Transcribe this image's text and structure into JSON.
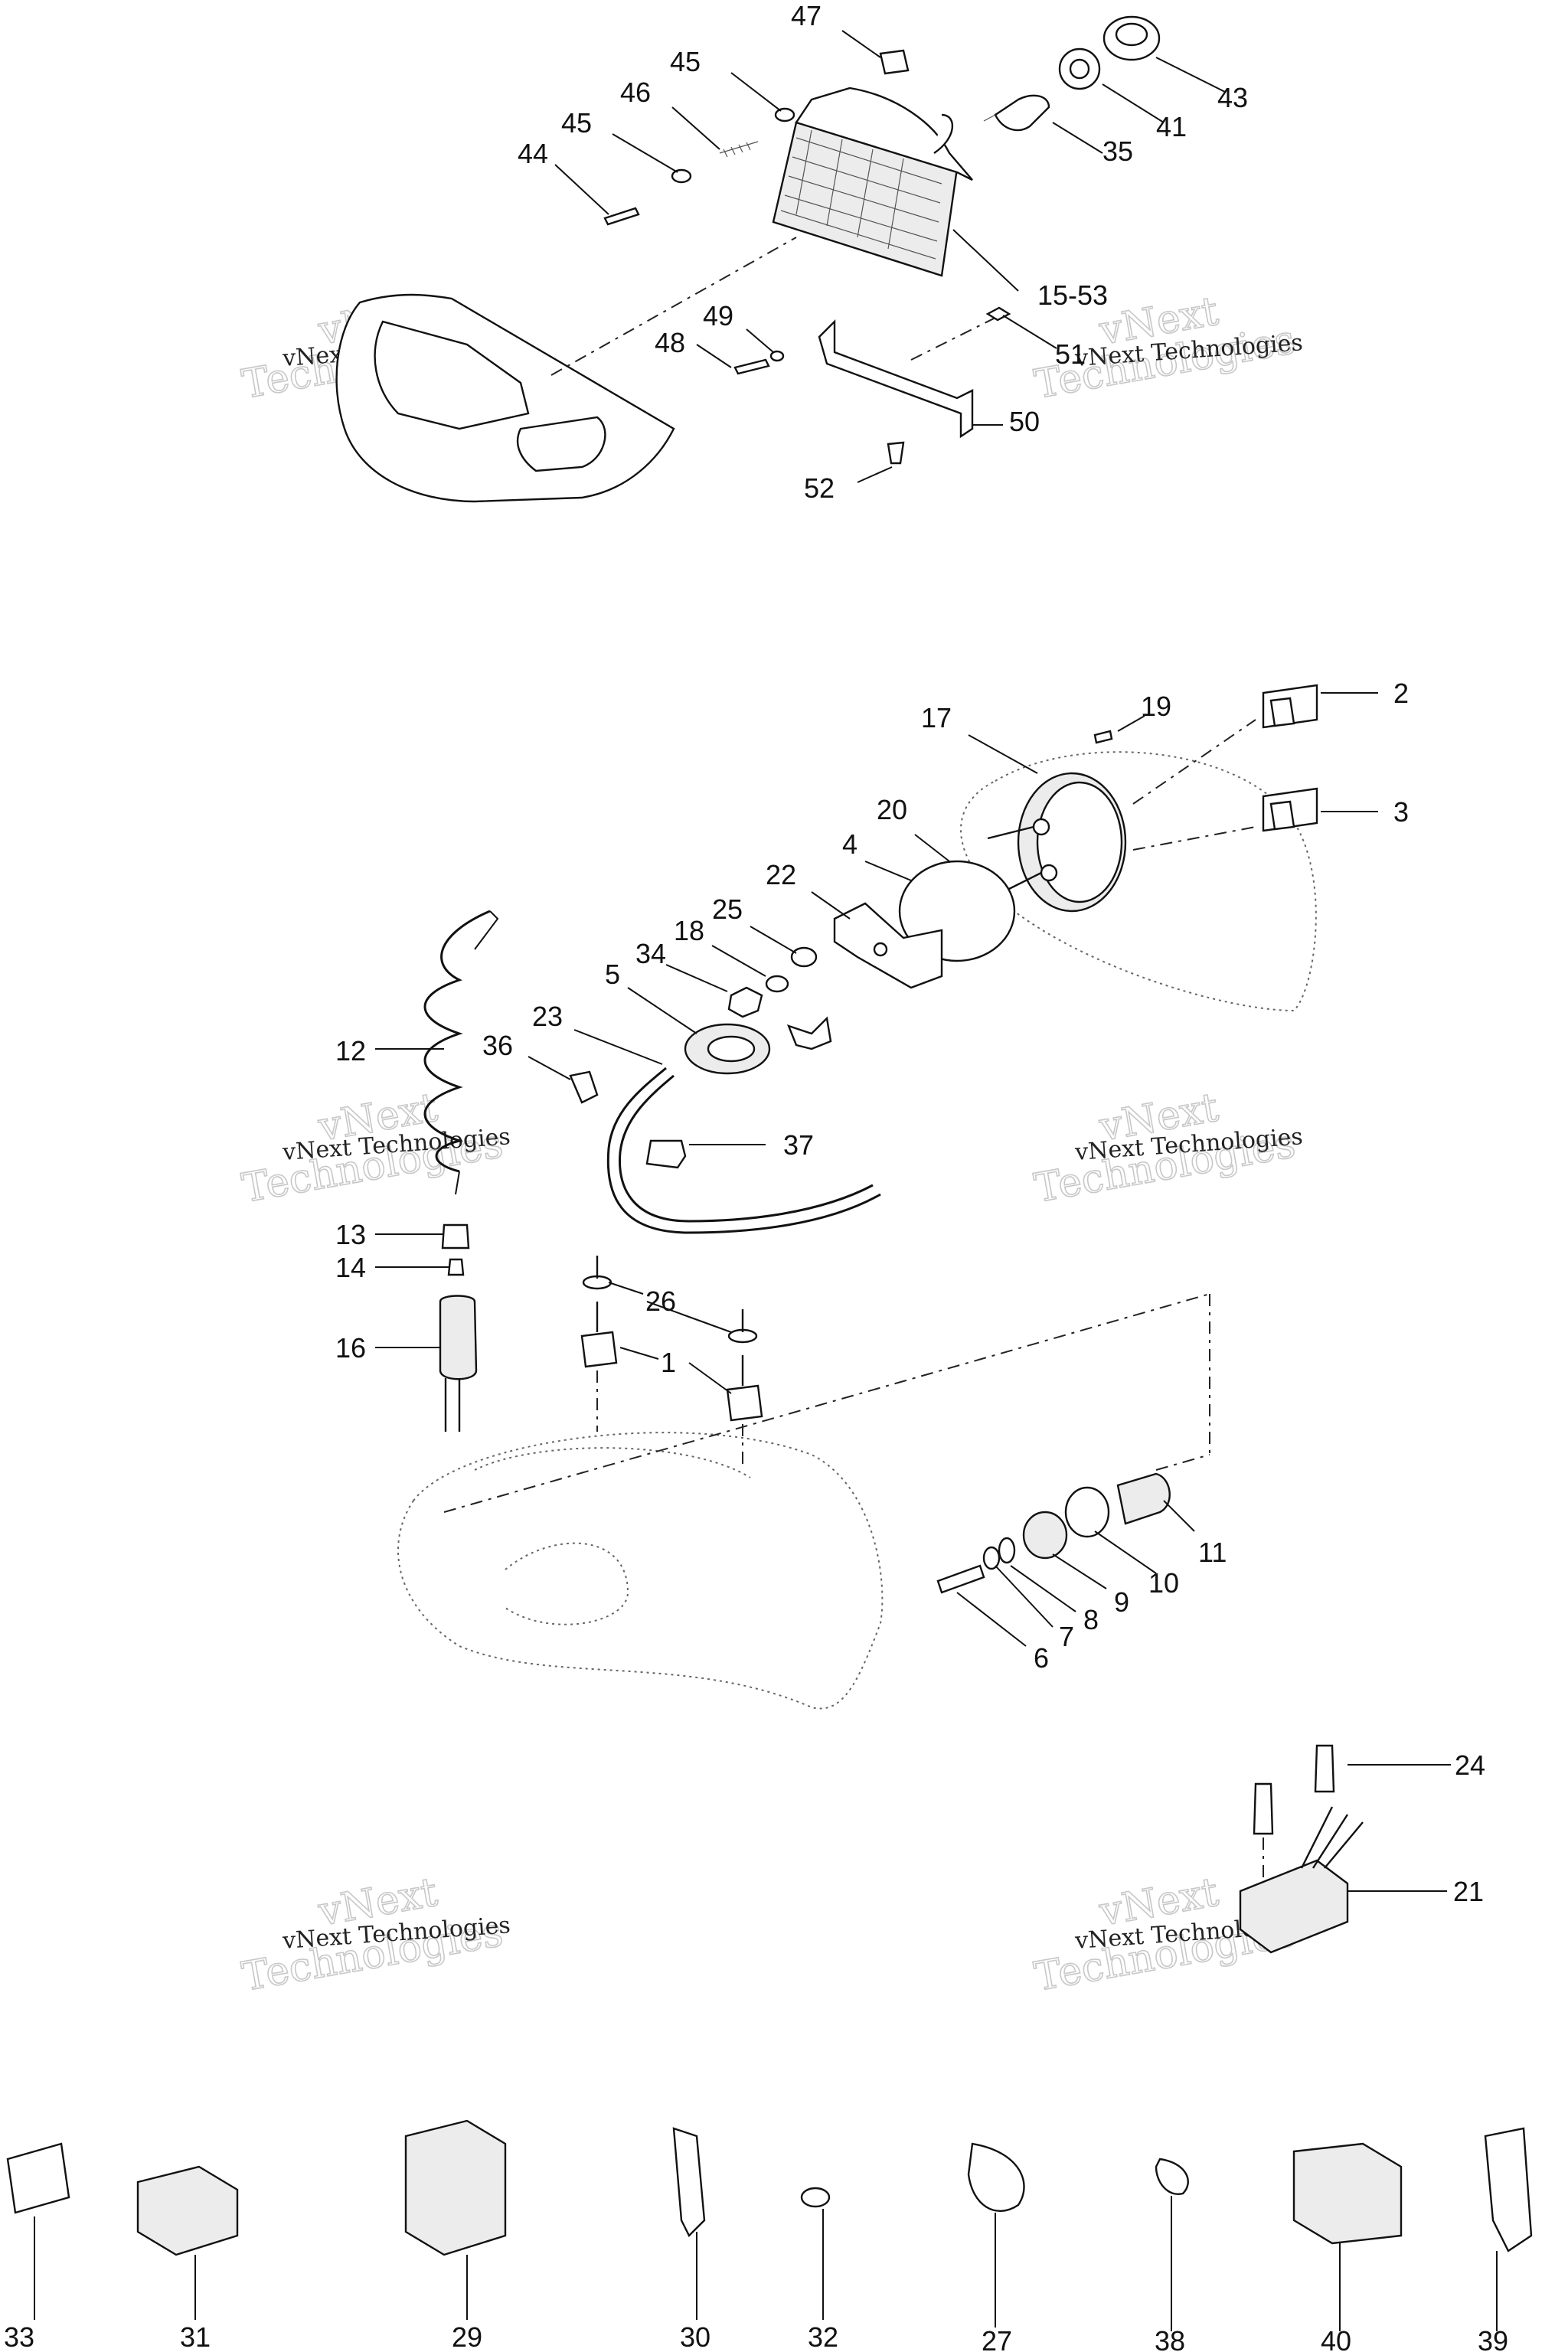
{
  "watermark": {
    "line1": "vNext Technologies",
    "line2": "vNext",
    "line3": "Technologies"
  },
  "callouts": [
    {
      "id": "c47",
      "text": "47"
    },
    {
      "id": "c45a",
      "text": "45"
    },
    {
      "id": "c46",
      "text": "46"
    },
    {
      "id": "c45b",
      "text": "45"
    },
    {
      "id": "c44",
      "text": "44"
    },
    {
      "id": "c43",
      "text": "43"
    },
    {
      "id": "c41",
      "text": "41"
    },
    {
      "id": "c35",
      "text": "35"
    },
    {
      "id": "c15",
      "text": "15-53"
    },
    {
      "id": "c49",
      "text": "49"
    },
    {
      "id": "c48",
      "text": "48"
    },
    {
      "id": "c51",
      "text": "51"
    },
    {
      "id": "c50",
      "text": "50"
    },
    {
      "id": "c52",
      "text": "52"
    },
    {
      "id": "c19",
      "text": "19"
    },
    {
      "id": "c2",
      "text": "2"
    },
    {
      "id": "c17",
      "text": "17"
    },
    {
      "id": "c3",
      "text": "3"
    },
    {
      "id": "c20",
      "text": "20"
    },
    {
      "id": "c4",
      "text": "4"
    },
    {
      "id": "c22",
      "text": "22"
    },
    {
      "id": "c25",
      "text": "25"
    },
    {
      "id": "c18",
      "text": "18"
    },
    {
      "id": "c34",
      "text": "34"
    },
    {
      "id": "c5",
      "text": "5"
    },
    {
      "id": "c23",
      "text": "23"
    },
    {
      "id": "c36",
      "text": "36"
    },
    {
      "id": "c12",
      "text": "12"
    },
    {
      "id": "c37",
      "text": "37"
    },
    {
      "id": "c13",
      "text": "13"
    },
    {
      "id": "c14",
      "text": "14"
    },
    {
      "id": "c16",
      "text": "16"
    },
    {
      "id": "c26",
      "text": "26"
    },
    {
      "id": "c1",
      "text": "1"
    },
    {
      "id": "c11",
      "text": "11"
    },
    {
      "id": "c10",
      "text": "10"
    },
    {
      "id": "c9",
      "text": "9"
    },
    {
      "id": "c8",
      "text": "8"
    },
    {
      "id": "c7",
      "text": "7"
    },
    {
      "id": "c6",
      "text": "6"
    },
    {
      "id": "c24",
      "text": "24"
    },
    {
      "id": "c21",
      "text": "21"
    },
    {
      "id": "c33",
      "text": "33"
    },
    {
      "id": "c31",
      "text": "31"
    },
    {
      "id": "c29",
      "text": "29"
    },
    {
      "id": "c30",
      "text": "30"
    },
    {
      "id": "c32",
      "text": "32"
    },
    {
      "id": "c27",
      "text": "27"
    },
    {
      "id": "c38",
      "text": "38"
    },
    {
      "id": "c40",
      "text": "40"
    },
    {
      "id": "c39",
      "text": "39"
    }
  ]
}
